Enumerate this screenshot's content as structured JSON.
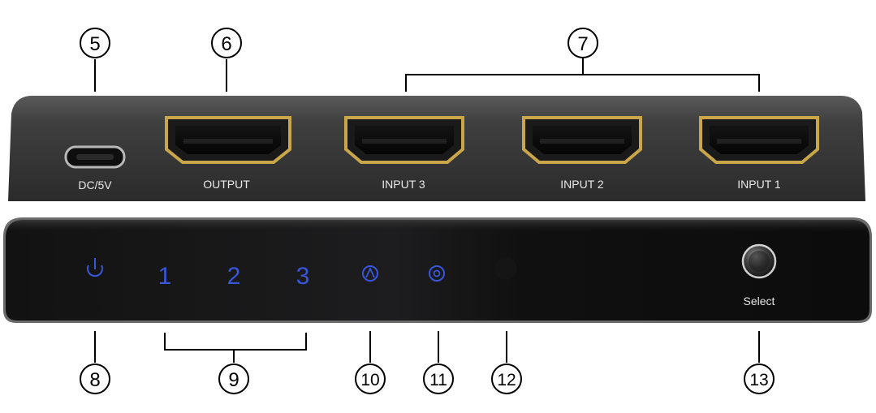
{
  "callouts": {
    "c5": "5",
    "c6": "6",
    "c7": "7",
    "c8": "8",
    "c9": "9",
    "c10": "10",
    "c11": "11",
    "c12": "12",
    "c13": "13"
  },
  "rear_panel": {
    "dc_label": "DC/5V",
    "output_label": "OUTPUT",
    "input3_label": "INPUT 3",
    "input2_label": "INPUT 2",
    "input1_label": "INPUT 1"
  },
  "front_panel": {
    "led1": "1",
    "led2": "2",
    "led3": "3",
    "select_label": "Select"
  },
  "icons": {
    "power": "power-icon",
    "auto": "auto-mode-icon",
    "ir": "ir-sensor-icon",
    "receiver": "ir-receiver-window"
  },
  "colors": {
    "led_blue": "#3a56d8",
    "hdmi_gold": "#c9a64a",
    "panel_dark": "#1c1c1c"
  }
}
